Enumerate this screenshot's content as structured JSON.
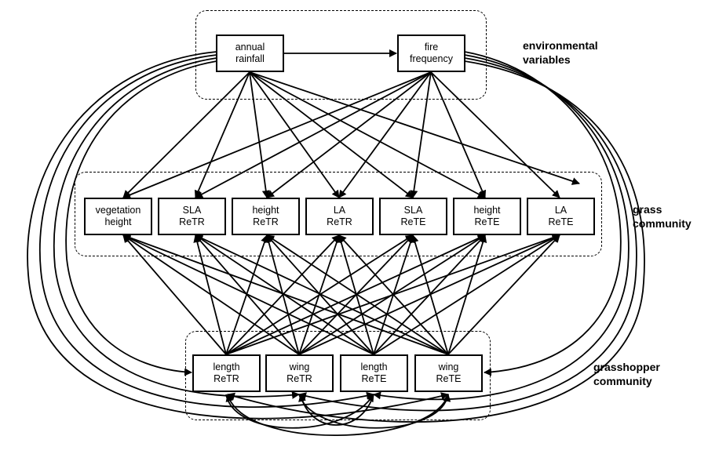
{
  "groups": {
    "environmental": {
      "label_1": "environmental",
      "label_2": "variables"
    },
    "grass": {
      "label_1": "grass",
      "label_2": "community"
    },
    "grasshopper": {
      "label_1": "grasshopper",
      "label_2": "community"
    }
  },
  "nodes": {
    "annual_rainfall": {
      "line1": "annual",
      "line2": "rainfall"
    },
    "fire_frequency": {
      "line1": "fire",
      "line2": "frequency"
    },
    "vegetation_height": {
      "line1": "vegetation",
      "line2": "height"
    },
    "sla_retr": {
      "line1": "SLA",
      "line2": "ReTR"
    },
    "height_retr": {
      "line1": "height",
      "line2": "ReTR"
    },
    "la_retr": {
      "line1": "LA",
      "line2": "ReTR"
    },
    "sla_rete": {
      "line1": "SLA",
      "line2": "ReTE"
    },
    "height_rete": {
      "line1": "height",
      "line2": "ReTE"
    },
    "la_rete": {
      "line1": "LA",
      "line2": "ReTE"
    },
    "length_retr": {
      "line1": "length",
      "line2": "ReTR"
    },
    "wing_retr": {
      "line1": "wing",
      "line2": "ReTR"
    },
    "length_rete": {
      "line1": "length",
      "line2": "ReTE"
    },
    "wing_rete": {
      "line1": "wing",
      "line2": "ReTE"
    }
  }
}
